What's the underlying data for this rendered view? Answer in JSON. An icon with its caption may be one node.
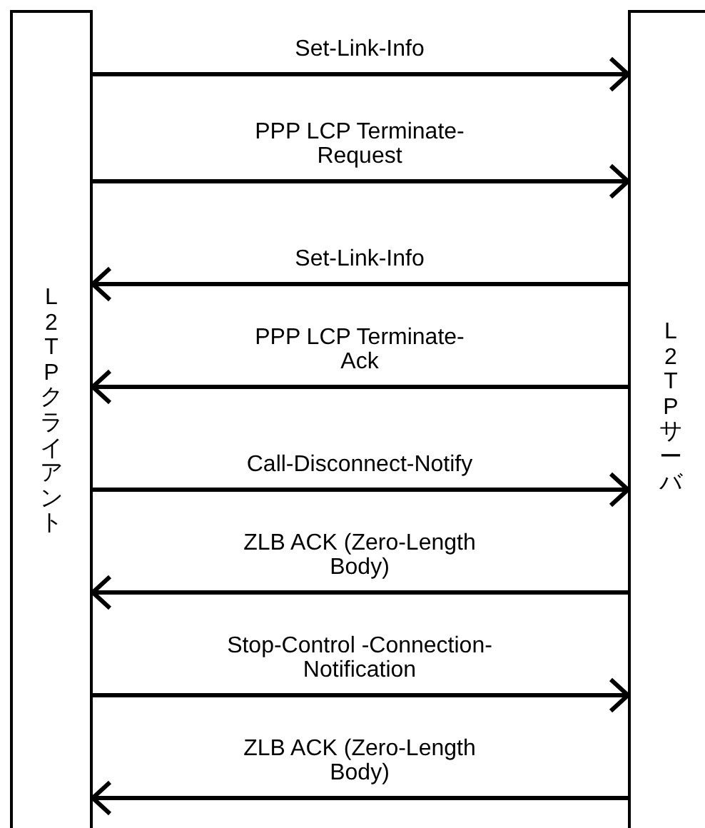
{
  "diagram": {
    "nodes": [
      {
        "text": [
          "L2TPクライアント"
        ]
      },
      {
        "text": [
          "L2TPサーバ"
        ]
      }
    ],
    "edges": [
      {
        "from": 0,
        "to": 1,
        "arrow": "to",
        "label": "Set-Link-Info"
      },
      {
        "from": 0,
        "to": 1,
        "arrow": "to",
        "label": "PPP LCP Terminate-Request"
      },
      {
        "from": 1,
        "to": 0,
        "arrow": "to",
        "label": "Set-Link-Info"
      },
      {
        "from": 1,
        "to": 0,
        "arrow": "to",
        "label": "PPP LCP Terminate-Ack"
      },
      {
        "from": 0,
        "to": 1,
        "arrow": "to",
        "label": "Call-Disconnect-Notify"
      },
      {
        "from": 1,
        "to": 0,
        "arrow": "to",
        "label": "ZLB ACK (Zero-Length Body)"
      },
      {
        "from": 0,
        "to": 1,
        "arrow": "to",
        "label": "Stop-Control -Connection-Notification"
      },
      {
        "from": 1,
        "to": 0,
        "arrow": "to",
        "label": "ZLB ACK (Zero-Length Body)"
      }
    ]
  }
}
